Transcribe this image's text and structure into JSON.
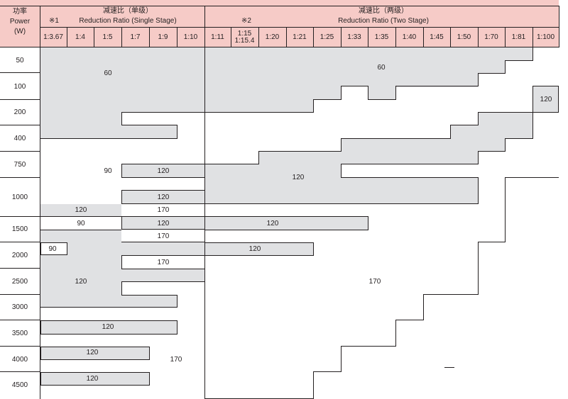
{
  "header": {
    "power_cn": "功率",
    "power_en": "Power",
    "power_unit": "(W)",
    "single_mark": "※1",
    "single_cn": "减速比（单级）",
    "single_en": "Reduction Ratio (Single Stage)",
    "two_mark": "※2",
    "two_cn": "减速比（两级）",
    "two_en": "Reduction Ratio (Two Stage)"
  },
  "ratios": [
    "1:3.67",
    "1:4",
    "1:5",
    "1:7",
    "1:9",
    "1:10",
    "1:11",
    "1:15",
    "1:15.4",
    "1:20",
    "1:21",
    "1:25",
    "1:33",
    "1:35",
    "1:40",
    "1:45",
    "1:50",
    "1:70",
    "1:81",
    "1:100"
  ],
  "powers": [
    "50",
    "100",
    "200",
    "400",
    "750",
    "1000",
    "1500",
    "2000",
    "2500",
    "3000",
    "3500",
    "4000",
    "4500"
  ],
  "values": {
    "v60": "60",
    "v90": "90",
    "v120": "120",
    "v170": "170"
  },
  "colors": {
    "header_bg": "#f6cbc7",
    "gray_region": "#e0e1e3",
    "line": "#231f20"
  }
}
